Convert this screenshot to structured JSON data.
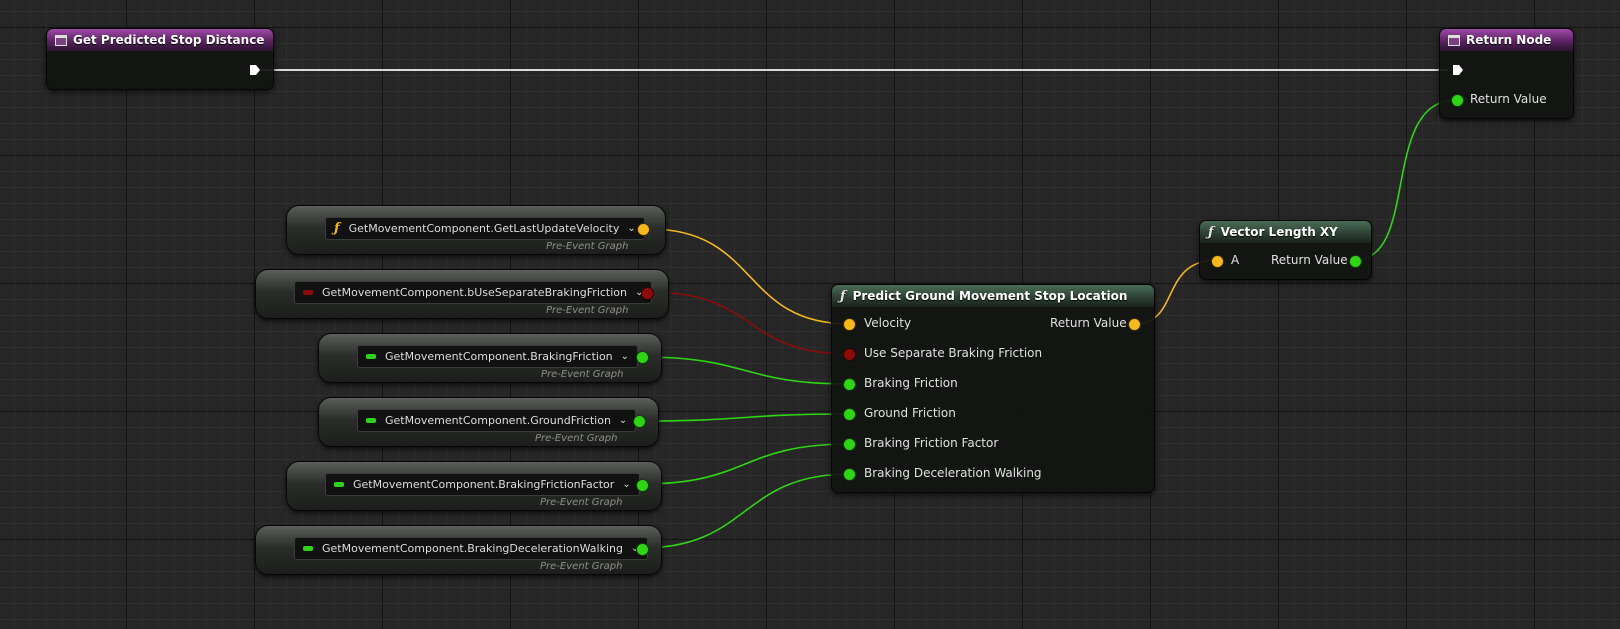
{
  "entry_node": {
    "title": "Get Predicted Stop Distance"
  },
  "return_node": {
    "title": "Return Node",
    "pin_label": "Return Value"
  },
  "vector_node": {
    "title": "Vector Length XY",
    "input_label": "A",
    "output_label": "Return Value"
  },
  "predict_node": {
    "title": "Predict Ground Movement Stop Location",
    "output_label": "Return Value",
    "inputs": [
      "Velocity",
      "Use Separate Braking Friction",
      "Braking Friction",
      "Ground Friction",
      "Braking Friction Factor",
      "Braking Deceleration Walking"
    ]
  },
  "getters": [
    {
      "label": "GetMovementComponent.GetLastUpdateVelocity",
      "context": "Pre-Event Graph",
      "type": "function"
    },
    {
      "label": "GetMovementComponent.bUseSeparateBrakingFriction",
      "context": "Pre-Event Graph",
      "type": "bool"
    },
    {
      "label": "GetMovementComponent.BrakingFriction",
      "context": "Pre-Event Graph",
      "type": "float"
    },
    {
      "label": "GetMovementComponent.GroundFriction",
      "context": "Pre-Event Graph",
      "type": "float"
    },
    {
      "label": "GetMovementComponent.BrakingFrictionFactor",
      "context": "Pre-Event Graph",
      "type": "float"
    },
    {
      "label": "GetMovementComponent.BrakingDecelerationWalking",
      "context": "Pre-Event Graph",
      "type": "float"
    }
  ],
  "colors": {
    "exec": "#e0e0e0",
    "vector": "#f5b81f",
    "float": "#2fd416",
    "bool": "#8c0c0c",
    "event_header": "#6b2a72",
    "pure_header": "#3a5444"
  }
}
